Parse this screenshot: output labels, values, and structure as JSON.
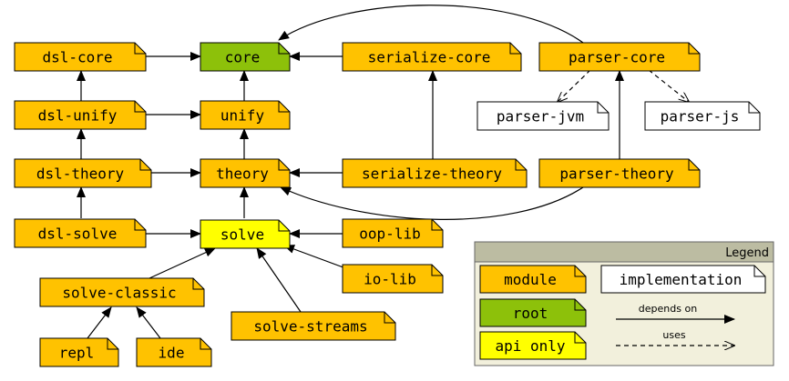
{
  "colors": {
    "module": "#ffc200",
    "root": "#8dc10a",
    "api_only": "#ffff00",
    "implementation": "#ffffff",
    "legend_bg": "#f2f0dc",
    "legend_header": "#bcbca2"
  },
  "nodes": {
    "dsl_core": "dsl-core",
    "core": "core",
    "serialize_core": "serialize-core",
    "parser_core": "parser-core",
    "parser_jvm": "parser-jvm",
    "parser_js": "parser-js",
    "dsl_unify": "dsl-unify",
    "unify": "unify",
    "dsl_theory": "dsl-theory",
    "theory": "theory",
    "serialize_theory": "serialize-theory",
    "parser_theory": "parser-theory",
    "dsl_solve": "dsl-solve",
    "solve": "solve",
    "oop_lib": "oop-lib",
    "io_lib": "io-lib",
    "solve_classic": "solve-classic",
    "solve_streams": "solve-streams",
    "repl": "repl",
    "ide": "ide"
  },
  "legend": {
    "title": "Legend",
    "module": "module",
    "implementation": "implementation",
    "root": "root",
    "api_only": "api only",
    "depends_on": "depends on",
    "uses": "uses"
  }
}
